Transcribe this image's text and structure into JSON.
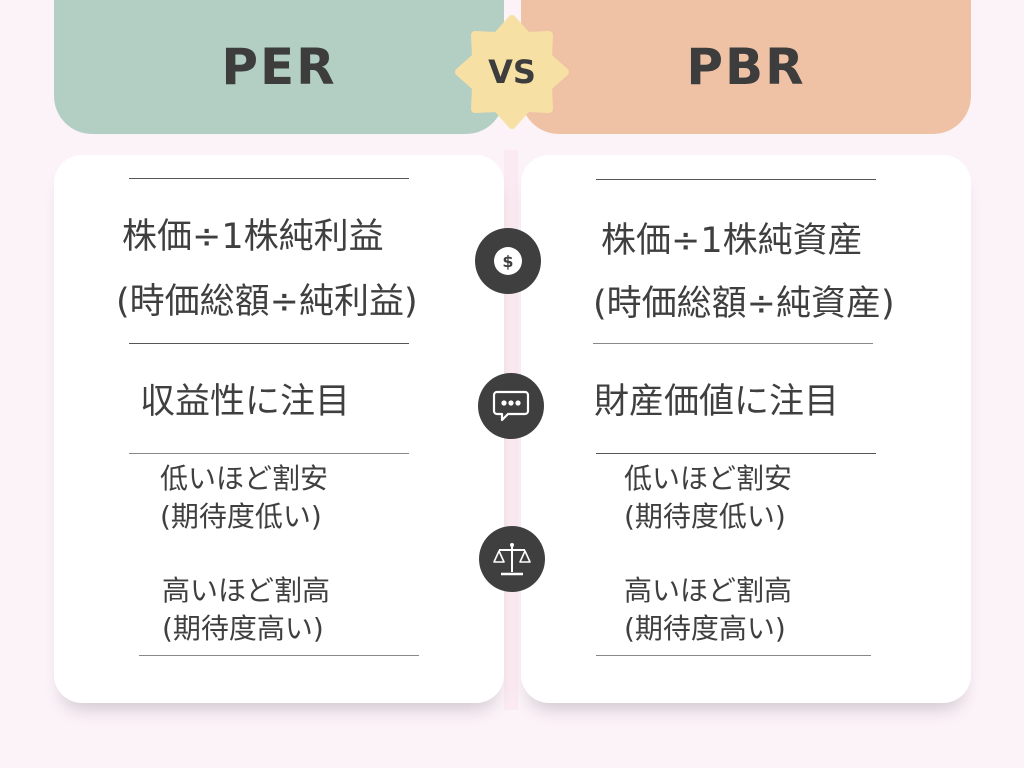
{
  "header": {
    "left_title": "PER",
    "right_title": "PBR",
    "vs_label": "VS"
  },
  "colors": {
    "background": "#fcf3f9",
    "left_header": "#b3cfc4",
    "right_header": "#efc2a6",
    "vs_badge": "#f7e0a3",
    "icon_circle": "#3f3f3f",
    "text": "#3f3f3f"
  },
  "icons": [
    "dollar-coin-icon",
    "speech-bubble-icon",
    "balance-scale-icon"
  ],
  "left": {
    "formula_line1": "株価÷1株純利益",
    "formula_line2": "(時価総額÷純利益)",
    "focus": "収益性に注目",
    "low_line1": "低いほど割安",
    "low_line2": "(期待度低い)",
    "high_line1": "高いほど割高",
    "high_line2": "(期待度高い)"
  },
  "right": {
    "formula_line1": "株価÷1株純資産",
    "formula_line2": "(時価総額÷純資産)",
    "focus": "財産価値に注目",
    "low_line1": "低いほど割安",
    "low_line2": "(期待度低い)",
    "high_line1": "高いほど割高",
    "high_line2": "(期待度高い)"
  }
}
